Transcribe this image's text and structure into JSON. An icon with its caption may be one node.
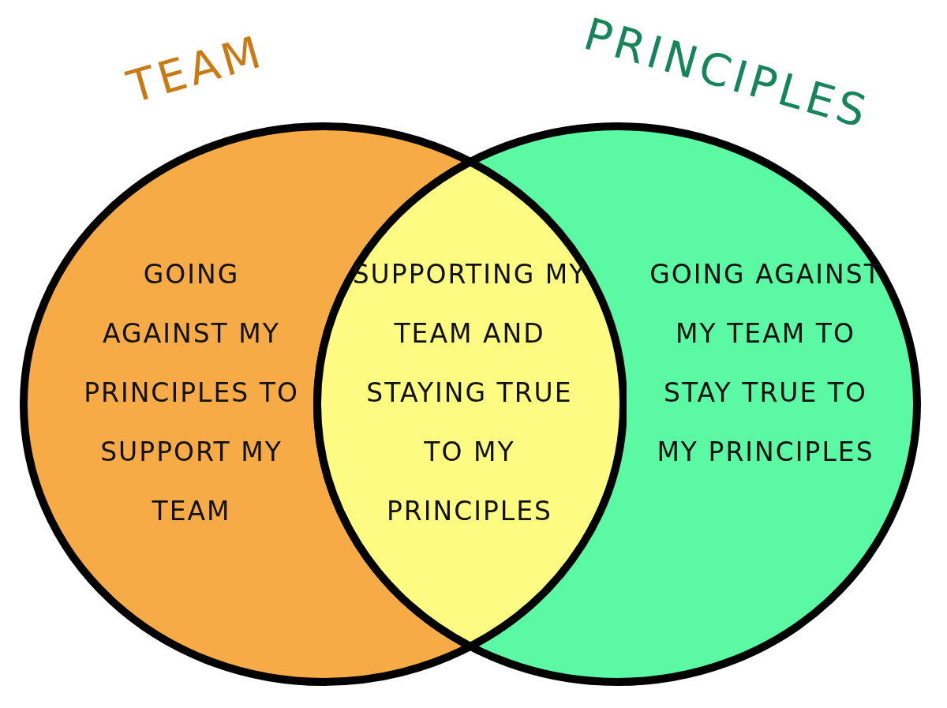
{
  "diagram": {
    "nodes": [
      {
        "text": [
          "TEAM",
          "GOING AGAINST MY PRINCIPLES TO SUPPORT MY TEAM"
        ]
      },
      {
        "text": [
          "PRINCIPLES",
          "GOING AGAINST MY TEAM TO STAY TRUE TO MY PRINCIPLES"
        ]
      },
      {
        "text": [
          "SUPPORTING MY TEAM AND STAYING TRUE TO MY PRINCIPLES"
        ]
      }
    ]
  }
}
